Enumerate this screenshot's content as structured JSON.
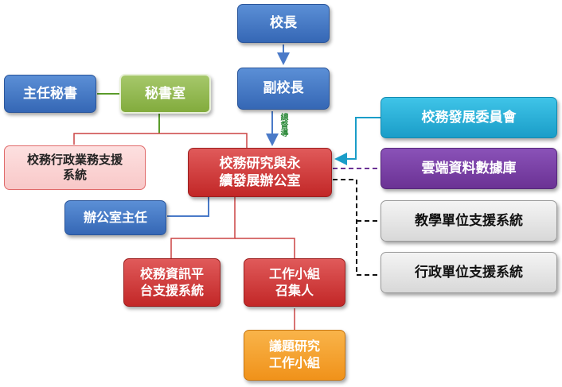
{
  "nodes": {
    "principal": "校長",
    "vice_principal": "副校長",
    "chief_secretary": "主任秘書",
    "secretariat": "秘書室",
    "admin_support": "校務行政業務支援\n系統",
    "research_office": "校務研究與永\n續發展辦公室",
    "office_director": "辦公室主任",
    "info_platform": "校務資訊平\n台支援系統",
    "working_group_convener": "工作小組\n召集人",
    "issue_research_group": "議題研究\n工作小組",
    "development_committee": "校務發展委員會",
    "cloud_database": "雲端資料數據庫",
    "teaching_support": "教學單位支援系統",
    "admin_unit_support": "行政單位支援系統"
  },
  "edge_labels": {
    "supervise": "總督導"
  },
  "colors": {
    "blue": "#3567b5",
    "green": "#82ab3d",
    "red": "#c22727",
    "cyan": "#1a9dc8",
    "purple": "#6b3294",
    "orange": "#f0921a",
    "gray": "#d8d8d8",
    "pink": "#f8c8c8"
  }
}
